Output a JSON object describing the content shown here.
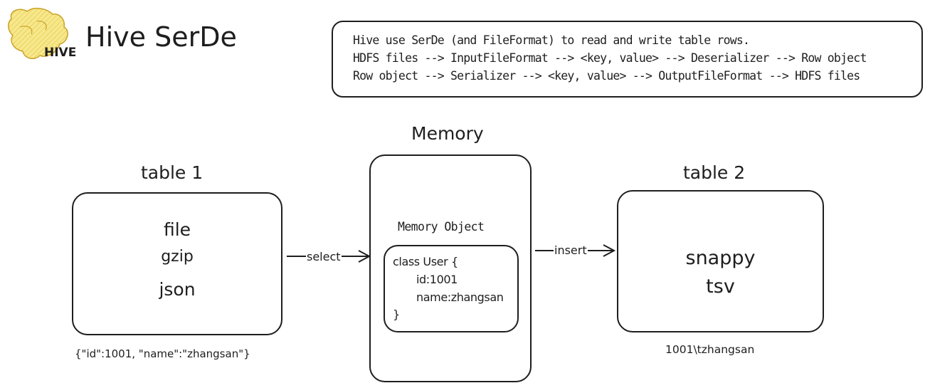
{
  "header": {
    "logo_text": "HIVE",
    "title": "Hive SerDe"
  },
  "description": {
    "lines": [
      "Hive use SerDe (and FileFormat) to read and write table rows.",
      "HDFS files --> InputFileFormat --> <key, value> --> Deserializer --> Row object",
      "Row object --> Serializer --> <key, value> --> OutputFileFormat --> HDFS files"
    ]
  },
  "table1": {
    "heading": "table 1",
    "lines": [
      "file",
      "gzip",
      "json"
    ],
    "sample": "{\"id\":1001, \"name\":\"zhangsan\"}"
  },
  "memory": {
    "heading": "Memory",
    "object_label": "Memory Object",
    "code_lines": [
      "class User {",
      "id:1001",
      "name:zhangsan",
      "}"
    ]
  },
  "table2": {
    "heading": "table 2",
    "lines": [
      "snappy",
      "tsv"
    ],
    "sample": "1001\\tzhangsan"
  },
  "arrows": {
    "select_label": "select",
    "insert_label": "insert"
  },
  "colors": {
    "stroke": "#1e1e1e",
    "logo_fill": "#f5e17a",
    "background": "#ffffff"
  },
  "icons": {
    "logo": "hive-elephant-bee-logo"
  }
}
